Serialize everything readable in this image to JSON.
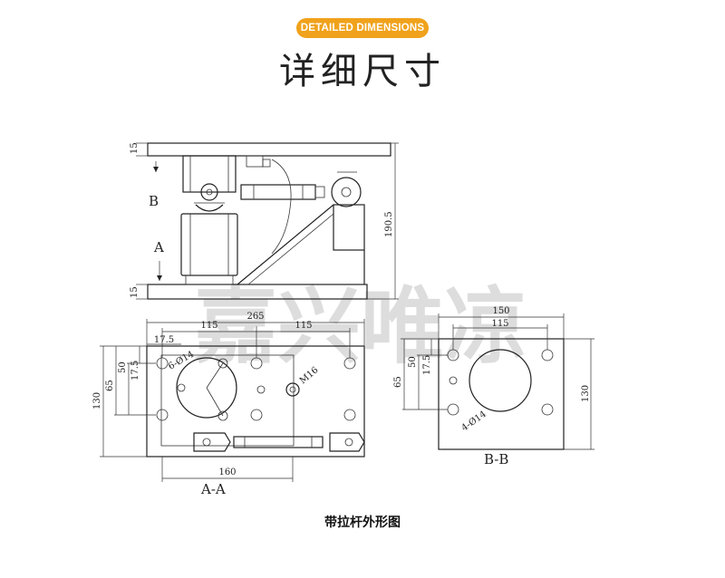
{
  "header": {
    "badge": "DETAILED DIMENSIONS",
    "title": "详细尺寸"
  },
  "watermark": "嘉兴唯凉",
  "caption": "带拉杆外形图",
  "side_view": {
    "label_a": "A",
    "label_b": "B",
    "dim_top_plate": "15",
    "dim_bottom_plate": "15",
    "dim_height": "190.5"
  },
  "view_aa": {
    "label": "A-A",
    "dim_265": "265",
    "dim_115_left": "115",
    "dim_115_right": "115",
    "dim_17_5": "17.5",
    "dim_hole": "6-Ø14",
    "dim_50": "50",
    "dim_17_5_v": "17.5",
    "dim_65": "65",
    "dim_130": "130",
    "dim_m16": "M16",
    "dim_160": "160"
  },
  "view_bb": {
    "label": "B-B",
    "dim_150": "150",
    "dim_115": "115",
    "dim_50": "50",
    "dim_17_5": "17.5",
    "dim_65": "65",
    "dim_130": "130",
    "dim_hole": "4-Ø14"
  },
  "colors": {
    "badge": "#f0a21c",
    "line": "#222222"
  }
}
